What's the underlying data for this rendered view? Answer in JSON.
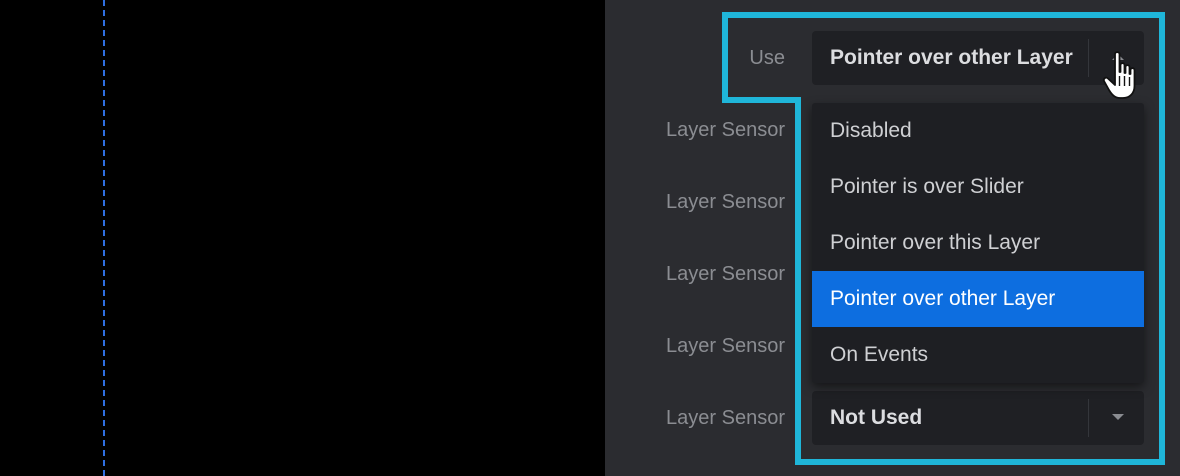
{
  "left_canvas": {
    "guide_color": "#2f6fe0"
  },
  "panel": {
    "use_label": "Use",
    "use_select": {
      "value": "Pointer over other Layer",
      "caret": "chevron-up-icon"
    },
    "layer_sensor_labels": [
      "Layer Sensor",
      "Layer Sensor",
      "Layer Sensor",
      "Layer Sensor",
      "Layer Sensor"
    ],
    "dropdown": {
      "options": [
        "Disabled",
        "Pointer is over Slider",
        "Pointer over this Layer",
        "Pointer over other Layer",
        "On Events"
      ],
      "selected_index": 3
    },
    "bottom_select": {
      "value": "Not Used",
      "caret": "chevron-down-icon"
    }
  },
  "highlight": {
    "color": "#1fb6d9"
  },
  "colors": {
    "panel_bg": "#2b2c30",
    "select_bg": "#1f2024",
    "accent_selected": "#0d6ee0"
  }
}
